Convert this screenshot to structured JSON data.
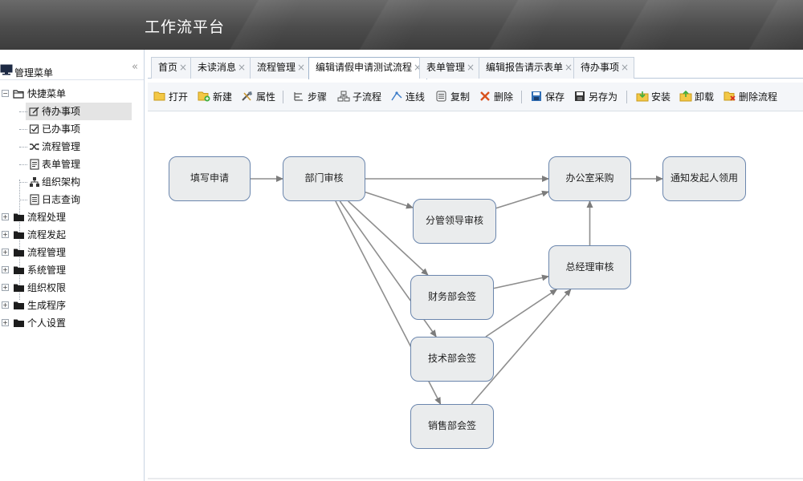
{
  "app": {
    "title": "工作流平台"
  },
  "sidebar": {
    "title": "管理菜单",
    "collapse_glyph": "«",
    "quick_menu": {
      "label": "快捷菜单",
      "toggle": "−",
      "items": [
        {
          "label": "待办事项",
          "icon": "edit-icon",
          "selected": true
        },
        {
          "label": "已办事项",
          "icon": "checkbox-icon",
          "selected": false
        },
        {
          "label": "流程管理",
          "icon": "shuffle-icon",
          "selected": false
        },
        {
          "label": "表单管理",
          "icon": "form-icon",
          "selected": false
        },
        {
          "label": "组织架构",
          "icon": "org-chart-icon",
          "selected": false
        },
        {
          "label": "日志查询",
          "icon": "log-icon",
          "selected": false
        }
      ]
    },
    "groups": [
      {
        "label": "流程处理",
        "toggle": "+"
      },
      {
        "label": "流程发起",
        "toggle": "+"
      },
      {
        "label": "流程管理",
        "toggle": "+"
      },
      {
        "label": "系统管理",
        "toggle": "+"
      },
      {
        "label": "组织权限",
        "toggle": "+"
      },
      {
        "label": "生成程序",
        "toggle": "+"
      },
      {
        "label": "个人设置",
        "toggle": "+"
      }
    ]
  },
  "tabs": [
    {
      "label": "首页",
      "active": false
    },
    {
      "label": "未读消息",
      "active": false
    },
    {
      "label": "流程管理",
      "active": false
    },
    {
      "label": "编辑请假申请测试流程",
      "active": true
    },
    {
      "label": "表单管理",
      "active": false
    },
    {
      "label": "编辑报告请示表单",
      "active": false
    },
    {
      "label": "待办事项",
      "active": false
    }
  ],
  "tab_close_glyph": "×",
  "toolbar": {
    "open": "打开",
    "new": "新建",
    "properties": "属性",
    "step": "步骤",
    "subflow": "子流程",
    "connect": "连线",
    "copy": "复制",
    "delete": "删除",
    "save": "保存",
    "save_as": "另存为",
    "install": "安装",
    "uninstall": "卸载",
    "delete_flow": "删除流程"
  },
  "flow": {
    "nodes": {
      "fill_application": "填写申请",
      "dept_review": "部门审核",
      "leader_review": "分管领导审核",
      "office_purchase": "办公室采购",
      "notify_initiator": "通知发起人领用",
      "gm_review": "总经理审核",
      "finance_sign": "财务部会签",
      "tech_sign": "技术部会签",
      "sales_sign": "销售部会签"
    },
    "edges": [
      [
        "fill_application",
        "dept_review"
      ],
      [
        "dept_review",
        "office_purchase"
      ],
      [
        "dept_review",
        "leader_review"
      ],
      [
        "dept_review",
        "finance_sign"
      ],
      [
        "dept_review",
        "tech_sign"
      ],
      [
        "dept_review",
        "sales_sign"
      ],
      [
        "leader_review",
        "office_purchase"
      ],
      [
        "office_purchase",
        "notify_initiator"
      ],
      [
        "gm_review",
        "office_purchase"
      ],
      [
        "finance_sign",
        "gm_review"
      ],
      [
        "tech_sign",
        "gm_review"
      ],
      [
        "sales_sign",
        "gm_review"
      ]
    ]
  }
}
